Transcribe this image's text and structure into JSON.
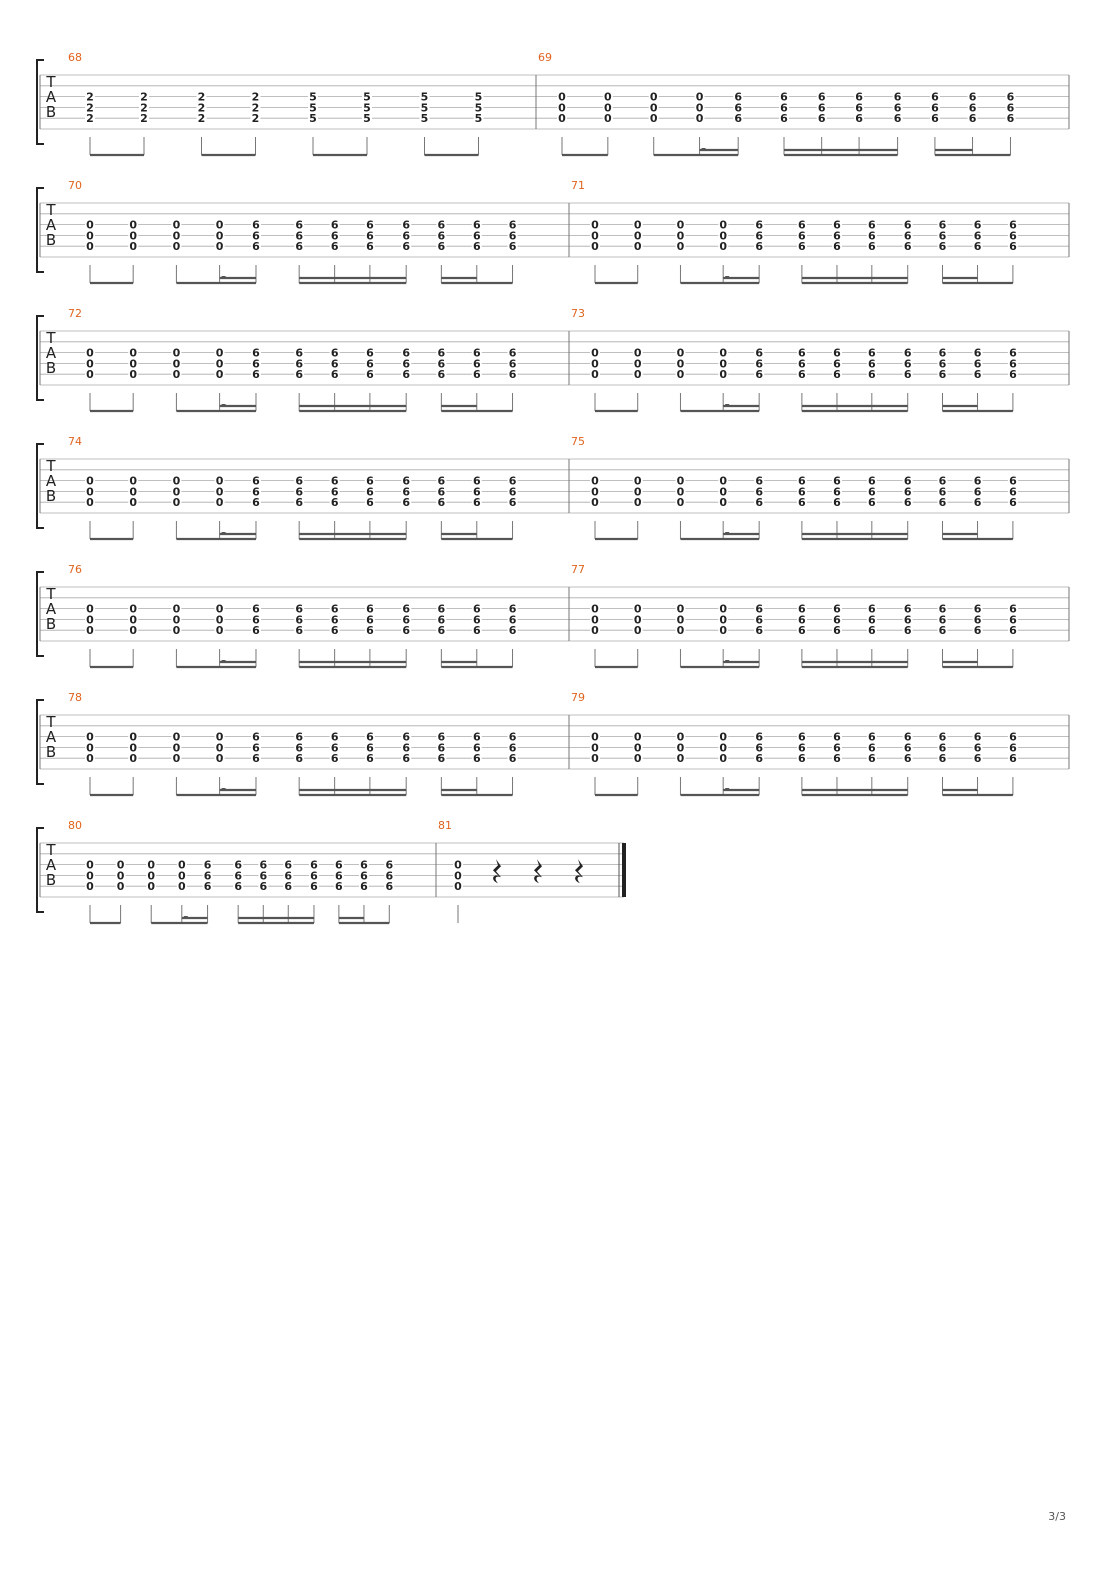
{
  "page": {
    "page_number": "3/3"
  },
  "tab_clef": [
    "T",
    "A",
    "B"
  ],
  "systems": [
    {
      "measures": [
        {
          "number": "68",
          "chords": [
            {
              "f": [
                "2",
                "2",
                "2"
              ],
              "d": 8
            },
            {
              "f": [
                "2",
                "2",
                "2"
              ],
              "d": 8
            },
            {
              "f": [
                "2",
                "2",
                "2"
              ],
              "d": 8
            },
            {
              "f": [
                "2",
                "2",
                "2"
              ],
              "d": 8
            },
            {
              "f": [
                "5",
                "5",
                "5"
              ],
              "d": 8
            },
            {
              "f": [
                "5",
                "5",
                "5"
              ],
              "d": 8
            },
            {
              "f": [
                "5",
                "5",
                "5"
              ],
              "d": 8
            },
            {
              "f": [
                "5",
                "5",
                "5"
              ],
              "d": 8
            }
          ]
        },
        {
          "number": "69",
          "pattern": "riff"
        }
      ]
    },
    {
      "measures": [
        {
          "number": "70",
          "pattern": "riff"
        },
        {
          "number": "71",
          "pattern": "riff"
        }
      ]
    },
    {
      "measures": [
        {
          "number": "72",
          "pattern": "riff"
        },
        {
          "number": "73",
          "pattern": "riff"
        }
      ]
    },
    {
      "measures": [
        {
          "number": "74",
          "pattern": "riff"
        },
        {
          "number": "75",
          "pattern": "riff"
        }
      ]
    },
    {
      "measures": [
        {
          "number": "76",
          "pattern": "riff"
        },
        {
          "number": "77",
          "pattern": "riff"
        }
      ]
    },
    {
      "measures": [
        {
          "number": "78",
          "pattern": "riff"
        },
        {
          "number": "79",
          "pattern": "riff"
        }
      ]
    },
    {
      "measures": [
        {
          "number": "80",
          "pattern": "riff"
        },
        {
          "number": "81",
          "final": true,
          "chords": [
            {
              "f": [
                "0",
                "0",
                "0"
              ],
              "d": 4
            }
          ],
          "rests": 3
        }
      ]
    }
  ],
  "patterns": {
    "riff": {
      "chords": [
        {
          "f": [
            "0",
            "0",
            "0"
          ],
          "d": 8
        },
        {
          "f": [
            "0",
            "0",
            "0"
          ],
          "d": 8
        },
        {
          "f": [
            "0",
            "0",
            "0"
          ],
          "d": 8
        },
        {
          "f": [
            "0",
            "0",
            "0"
          ],
          "d": 16,
          "dot": true
        },
        {
          "f": [
            "6",
            "6",
            "6"
          ],
          "d": 16
        },
        {
          "f": [
            "6",
            "6",
            "6"
          ],
          "d": 16
        },
        {
          "f": [
            "6",
            "6",
            "6"
          ],
          "d": 16
        },
        {
          "f": [
            "6",
            "6",
            "6"
          ],
          "d": 16
        },
        {
          "f": [
            "6",
            "6",
            "6"
          ],
          "d": 16
        },
        {
          "f": [
            "6",
            "6",
            "6"
          ],
          "d": 16
        },
        {
          "f": [
            "6",
            "6",
            "6"
          ],
          "d": 16
        },
        {
          "f": [
            "6",
            "6",
            "6"
          ],
          "d": 8
        }
      ],
      "beams": [
        [
          0,
          1
        ],
        [
          2,
          3,
          4
        ],
        [
          5,
          6,
          7,
          8
        ],
        [
          9,
          10,
          11
        ]
      ]
    }
  }
}
